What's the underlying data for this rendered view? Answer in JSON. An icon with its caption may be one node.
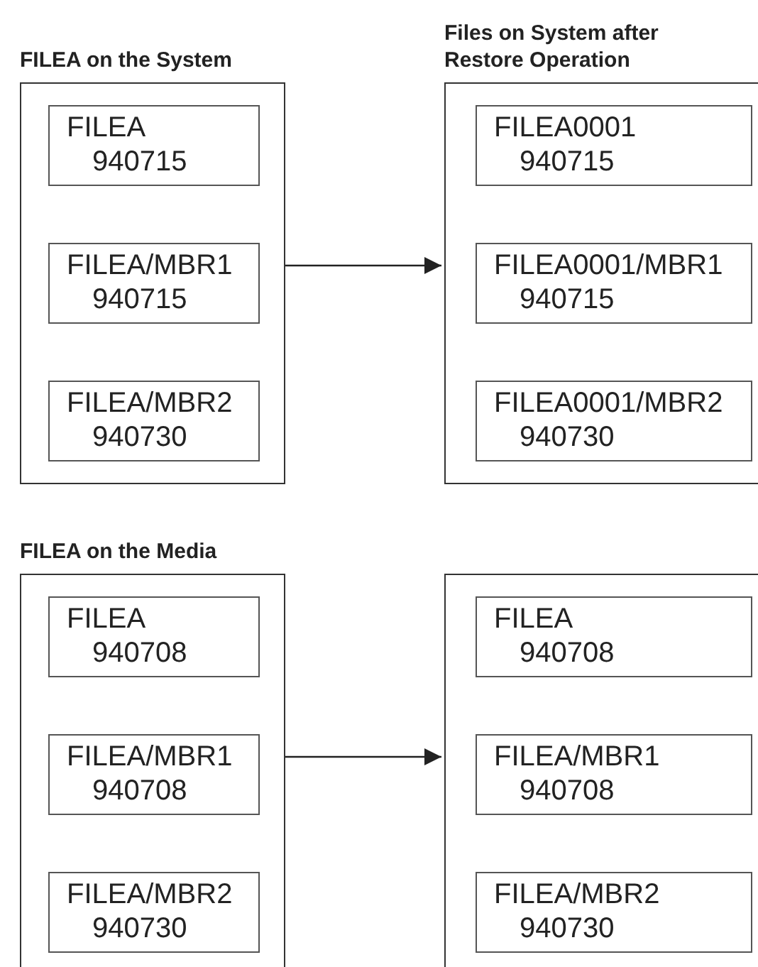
{
  "diagram": {
    "nodes": [
      {
        "text": [
          "FILEA on the System"
        ]
      },
      {
        "text": [
          "FILEA",
          "940715"
        ],
        "in": 0
      },
      {
        "text": [
          "FILEA/MBR1",
          "940715"
        ],
        "in": 0
      },
      {
        "text": [
          "FILEA/MBR2",
          "940730"
        ],
        "in": 0
      },
      {
        "text": [
          "Files on System after Restore Operation"
        ]
      },
      {
        "text": [
          "FILEA0001",
          "940715"
        ],
        "in": 4
      },
      {
        "text": [
          "FILEA0001/MBR1",
          "940715"
        ],
        "in": 4
      },
      {
        "text": [
          "FILEA0001/MBR2",
          "940730"
        ],
        "in": 4
      },
      {
        "text": [
          "FILEA on the Media"
        ]
      },
      {
        "text": [
          "FILEA",
          "940708"
        ],
        "in": 8
      },
      {
        "text": [
          "FILEA/MBR1",
          "940708"
        ],
        "in": 8
      },
      {
        "text": [
          "FILEA/MBR2",
          "940730"
        ],
        "in": 8
      },
      {
        "text": [],
        "shape": "box"
      },
      {
        "text": [
          "FILEA",
          "940708"
        ],
        "in": 12
      },
      {
        "text": [
          "FILEA/MBR1",
          "940708"
        ],
        "in": 12
      },
      {
        "text": [
          "FILEA/MBR2",
          "940730"
        ],
        "in": 12
      }
    ],
    "edges": [
      {
        "from": 0,
        "to": 4,
        "arrow": "to"
      },
      {
        "from": 8,
        "to": 12,
        "arrow": "to"
      }
    ]
  }
}
